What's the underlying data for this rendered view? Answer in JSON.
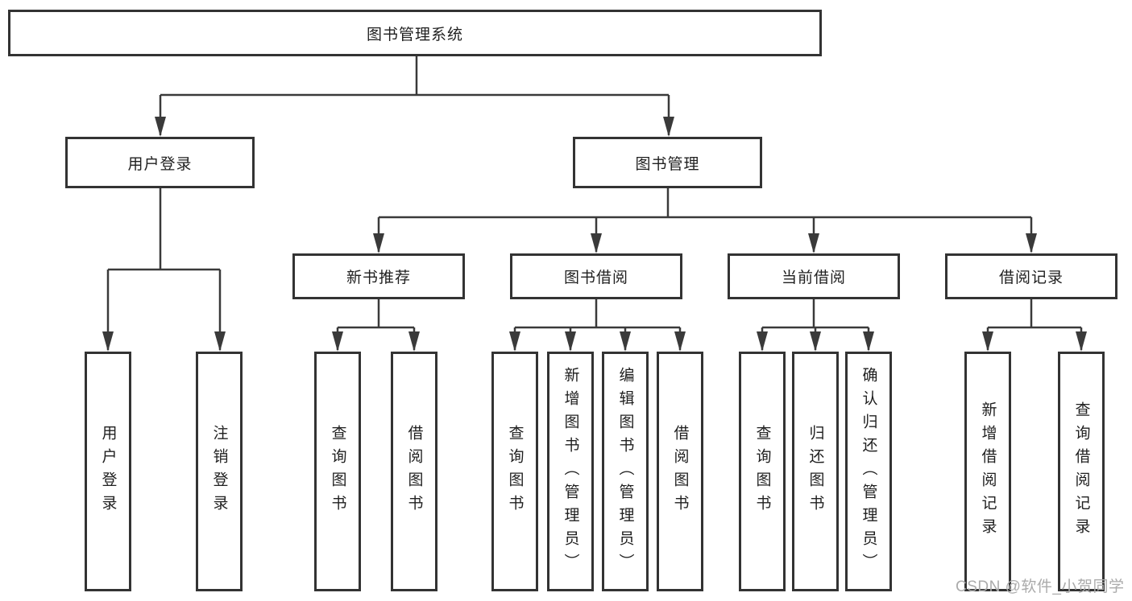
{
  "tree": {
    "root": {
      "label": "图书管理系统",
      "children": [
        {
          "label": "用户登录",
          "children": [
            {
              "label": "用户登录"
            },
            {
              "label": "注销登录"
            }
          ]
        },
        {
          "label": "图书管理",
          "children": [
            {
              "label": "新书推荐",
              "children": [
                {
                  "label": "查询图书"
                },
                {
                  "label": "借阅图书"
                }
              ]
            },
            {
              "label": "图书借阅",
              "children": [
                {
                  "label": "查询图书"
                },
                {
                  "label": "新增图书（管理员）"
                },
                {
                  "label": "编辑图书（管理员）"
                },
                {
                  "label": "借阅图书"
                }
              ]
            },
            {
              "label": "当前借阅",
              "children": [
                {
                  "label": "查询图书"
                },
                {
                  "label": "归还图书"
                },
                {
                  "label": "确认归还（管理员）"
                }
              ]
            },
            {
              "label": "借阅记录",
              "children": [
                {
                  "label": "新增借阅记录"
                },
                {
                  "label": "查询借阅记录"
                }
              ]
            }
          ]
        }
      ]
    }
  },
  "watermark": "CSDN @软件_小贺同学",
  "colors": {
    "line": "#3a3a3a",
    "box_border": "#333333",
    "box_fill": "#ffffff",
    "text": "#1f1f1f",
    "watermark": "#ababab",
    "background": "#ffffff"
  }
}
